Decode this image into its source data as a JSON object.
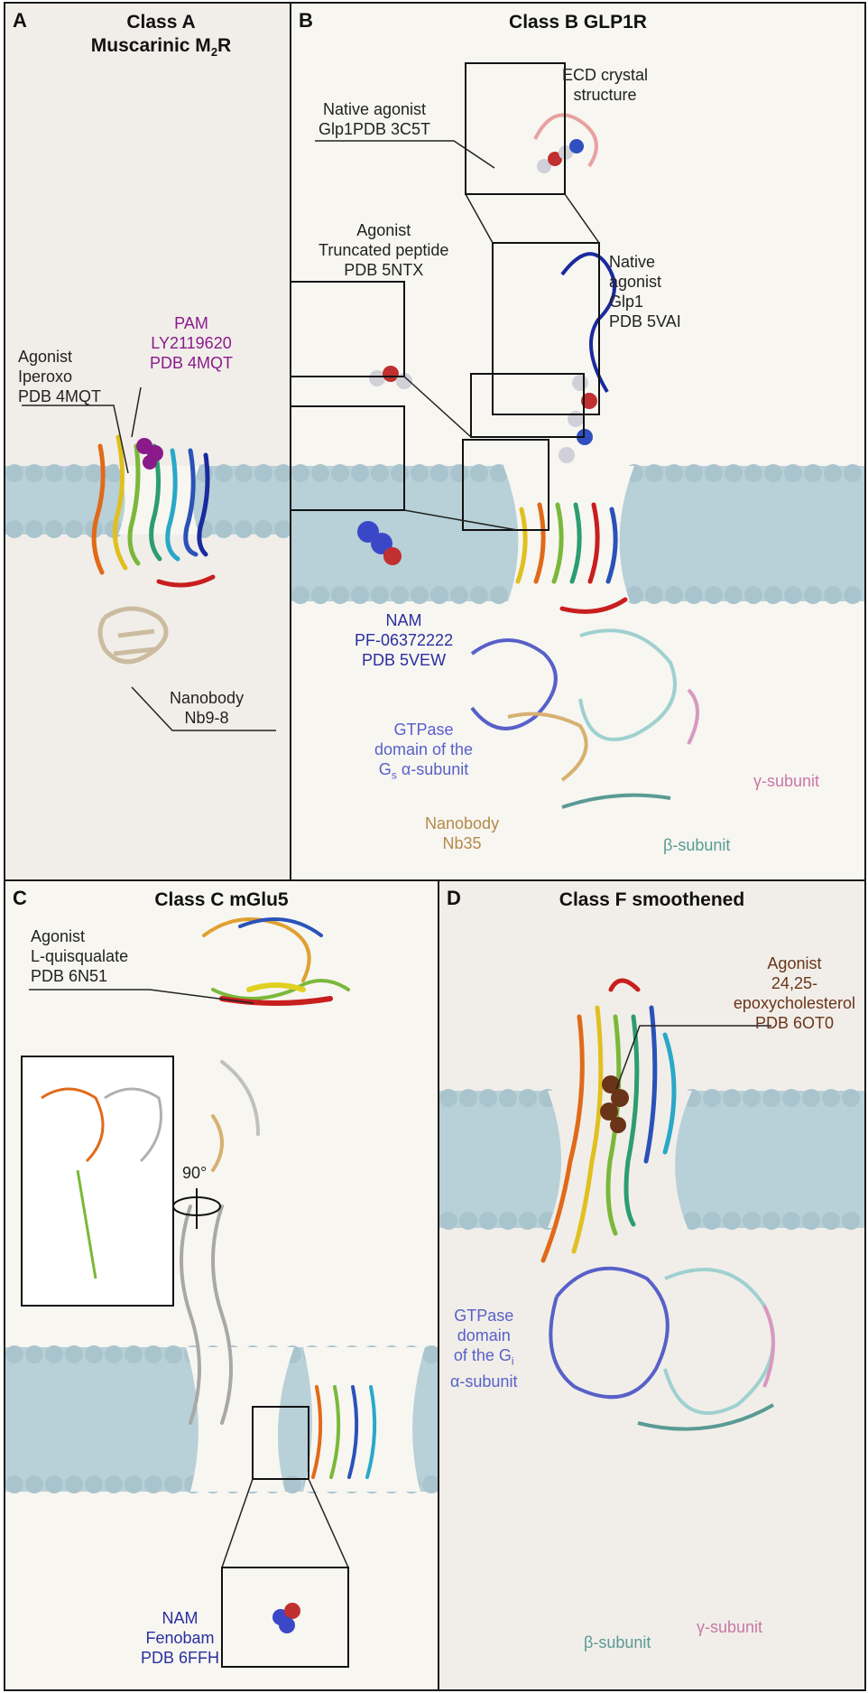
{
  "panels": {
    "a": {
      "letter": "A",
      "title_line1": "Class A",
      "title_line2_main": "Muscarinic M",
      "title_line2_sub": "2",
      "title_line2_end": "R",
      "pam": [
        "PAM",
        "LY2119620",
        "PDB 4MQT"
      ],
      "agonist": [
        "Agonist",
        "Iperoxo",
        "PDB 4MQT"
      ],
      "nanobody": [
        "Nanobody",
        "Nb9-8"
      ]
    },
    "b": {
      "letter": "B",
      "title": "Class B GLP1R",
      "ecd": [
        "ECD crystal",
        "structure"
      ],
      "native_agonist_ecd": [
        "Native agonist",
        "Glp1PDB 3C5T"
      ],
      "truncated": [
        "Agonist",
        "Truncated peptide",
        "PDB 5NTX"
      ],
      "native_full": [
        "Native",
        "agonist",
        "Glp1",
        "PDB 5VAI"
      ],
      "nam": [
        "NAM",
        "PF-06372222",
        "PDB 5VEW"
      ],
      "gtpase_l1": "GTPase",
      "gtpase_l2": "domain of the",
      "gtpase_l3_main": "G",
      "gtpase_l3_sub": "s",
      "gtpase_l3_end": " α-subunit",
      "nanobody": [
        "Nanobody",
        "Nb35"
      ],
      "gamma": "γ-subunit",
      "beta": "β-subunit"
    },
    "c": {
      "letter": "C",
      "title": "Class C mGlu5",
      "agonist": [
        "Agonist",
        "L-quisqualate",
        "PDB 6N51"
      ],
      "rotation": "90°",
      "nam": [
        "NAM",
        "Fenobam",
        "PDB 6FFH"
      ]
    },
    "d": {
      "letter": "D",
      "title": "Class F smoothened",
      "agonist": [
        "Agonist",
        "24,25-",
        "epoxycholesterol",
        "PDB 6OT0"
      ],
      "gtpase_l1": "GTPase",
      "gtpase_l2": "domain",
      "gtpase_l3": "of the G",
      "gtpase_l3_sub": "i",
      "gtpase_l4": "α-subunit",
      "beta": "β-subunit",
      "gamma": "γ-subunit"
    }
  },
  "colors": {
    "pam": "#8a1a8a",
    "nam": "#2b2f9e",
    "gtpase": "#5860c8",
    "nanobody_b": "#b48a4a",
    "gamma": "#c878a8",
    "beta": "#5a9a94",
    "agonist_d": "#6a3418",
    "membrane": "#aac9d4"
  }
}
